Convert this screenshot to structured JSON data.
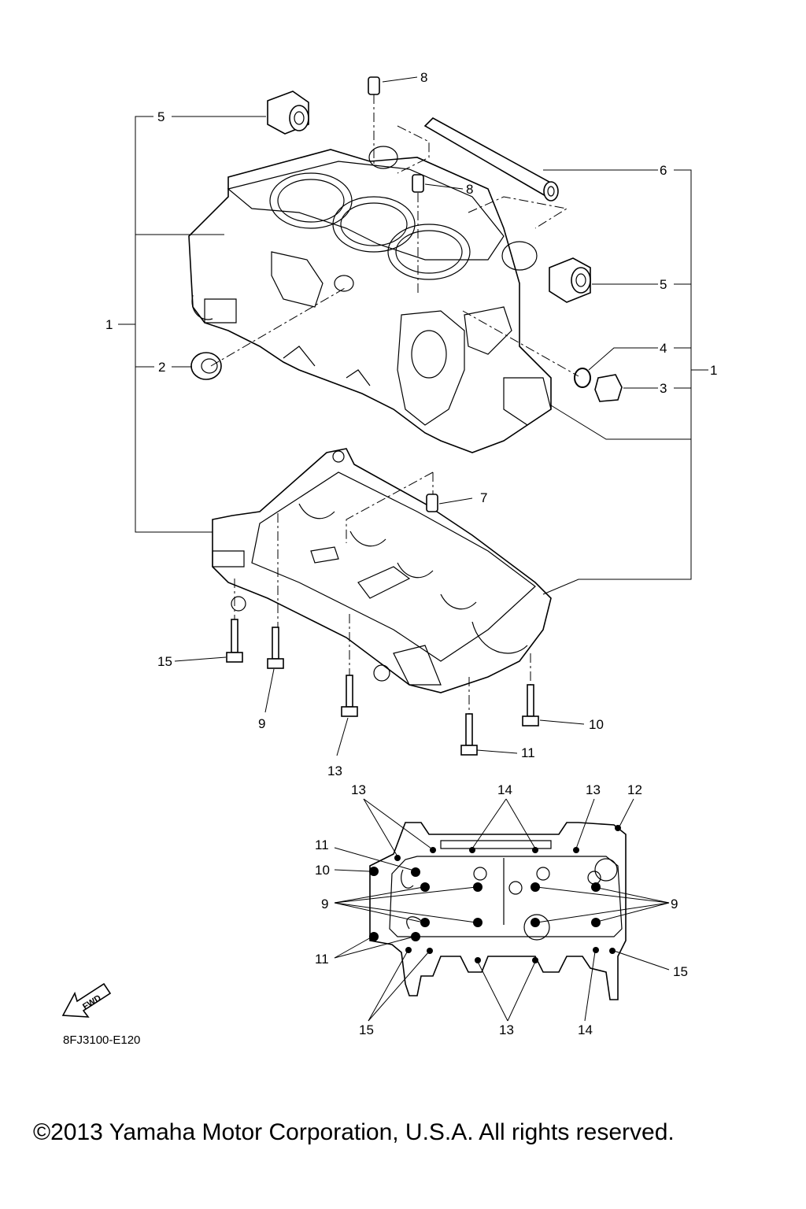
{
  "diagram_code": "8FJ3100-E120",
  "copyright": "©2013 Yamaha Motor Corporation, U.S.A. All rights reserved.",
  "fwd_label": "FWD",
  "callouts": {
    "c1_left": "1",
    "c1_right": "1",
    "c2": "2",
    "c3": "3",
    "c4": "4",
    "c5_top": "5",
    "c5_right": "5",
    "c6": "6",
    "c7": "7",
    "c8_top": "8",
    "c8_mid": "8",
    "c9_a": "9",
    "c10_a": "10",
    "c11_a": "11",
    "c13_a": "13",
    "c15_a": "15"
  },
  "bolt_map": {
    "b13_tl": "13",
    "b14_top": "14",
    "b13_tr": "13",
    "b12": "12",
    "b11_l": "11",
    "b10_l": "10",
    "b9_l": "9",
    "b9_r": "9",
    "b11_bl": "11",
    "b15_r": "15",
    "b15_bl": "15",
    "b13_b": "13",
    "b14_b": "14"
  }
}
